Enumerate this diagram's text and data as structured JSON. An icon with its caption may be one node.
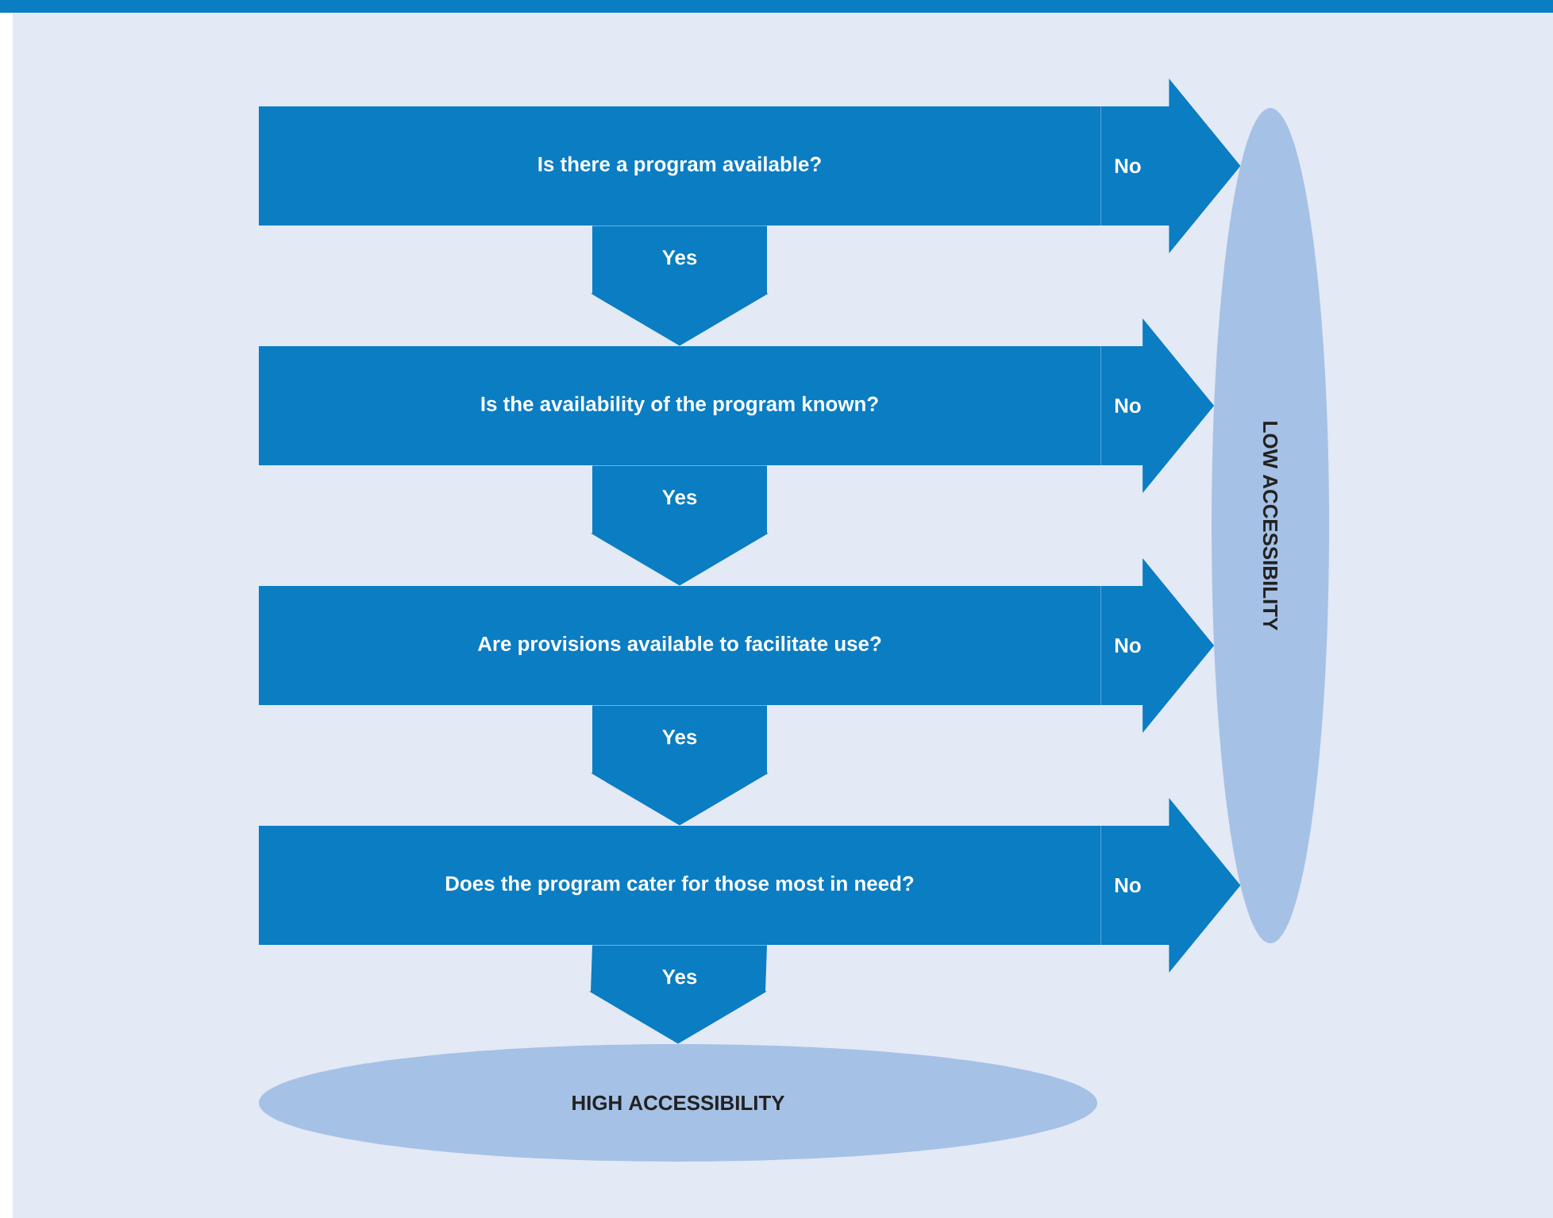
{
  "diagram": {
    "nodes": [
      {
        "text": [
          "Is there a program available?"
        ]
      },
      {
        "text": [
          "Is the availability of the program known?"
        ]
      },
      {
        "text": [
          "Are provisions available to facilitate use?"
        ]
      },
      {
        "text": [
          "Does the program cater for those most in need?"
        ]
      },
      {
        "text": [
          "LOW ACCESSIBILITY"
        ]
      },
      {
        "text": [
          "HIGH ACCESSIBILITY"
        ]
      }
    ],
    "edges": [
      {
        "from": 0,
        "to": 4,
        "arrow": "to",
        "label": "No"
      },
      {
        "from": 0,
        "to": 1,
        "arrow": "to",
        "label": "Yes"
      },
      {
        "from": 1,
        "to": 4,
        "arrow": "to",
        "label": "No"
      },
      {
        "from": 1,
        "to": 2,
        "arrow": "to",
        "label": "Yes"
      },
      {
        "from": 2,
        "to": 4,
        "arrow": "to",
        "label": "No"
      },
      {
        "from": 2,
        "to": 3,
        "arrow": "to",
        "label": "Yes"
      },
      {
        "from": 3,
        "to": 4,
        "arrow": "to",
        "label": "No"
      },
      {
        "from": 3,
        "to": 5,
        "arrow": "to",
        "label": "Yes"
      }
    ]
  }
}
